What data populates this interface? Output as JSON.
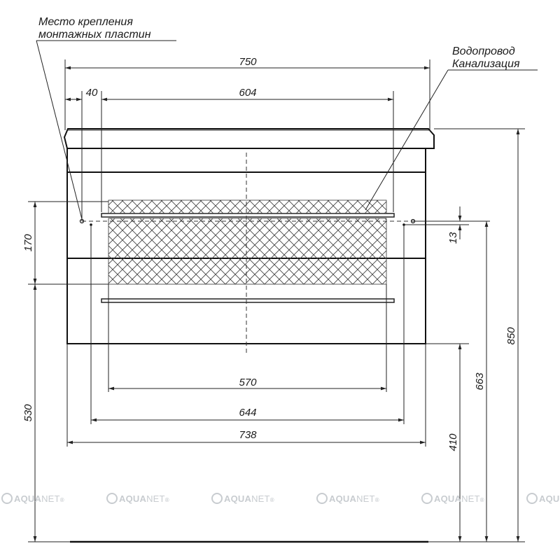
{
  "dimensions": {
    "overall_width": "750",
    "offset": "40",
    "mount_span": "604",
    "drawer_front_width": "570",
    "inner_width": "644",
    "body_width": "738",
    "mount_height": "170",
    "pipe_offset": "13",
    "floor_to_mount": "530",
    "pipe_height": "663",
    "floor_to_bottom": "410",
    "overall_height": "850"
  },
  "labels": {
    "mounting_line1": "Место крепления",
    "mounting_line2": "монтажных пластин",
    "water_line1": "Водопровод",
    "water_line2": "Канализация"
  },
  "watermark": {
    "brand_a": "AQUA",
    "brand_b": "NET",
    "mark": "®"
  }
}
